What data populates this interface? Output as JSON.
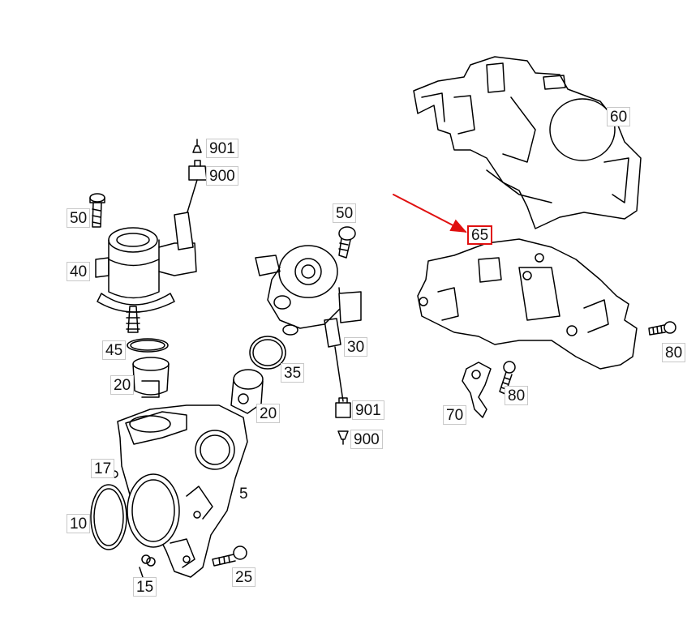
{
  "diagram": {
    "highlight_color": "#e01010",
    "labels": {
      "p60": "60",
      "p65": "65",
      "p80a": "80",
      "p80b": "80",
      "p70": "70",
      "p901a": "901",
      "p900a": "900",
      "p50a": "50",
      "p40": "40",
      "p45": "45",
      "p20a": "20",
      "p50b": "50",
      "p35": "35",
      "p20b": "20",
      "p30": "30",
      "p901b": "901",
      "p900b": "900",
      "p17": "17",
      "p10": "10",
      "p15": "15",
      "p25": "25",
      "p5": "5"
    },
    "highlighted_part": "65"
  }
}
